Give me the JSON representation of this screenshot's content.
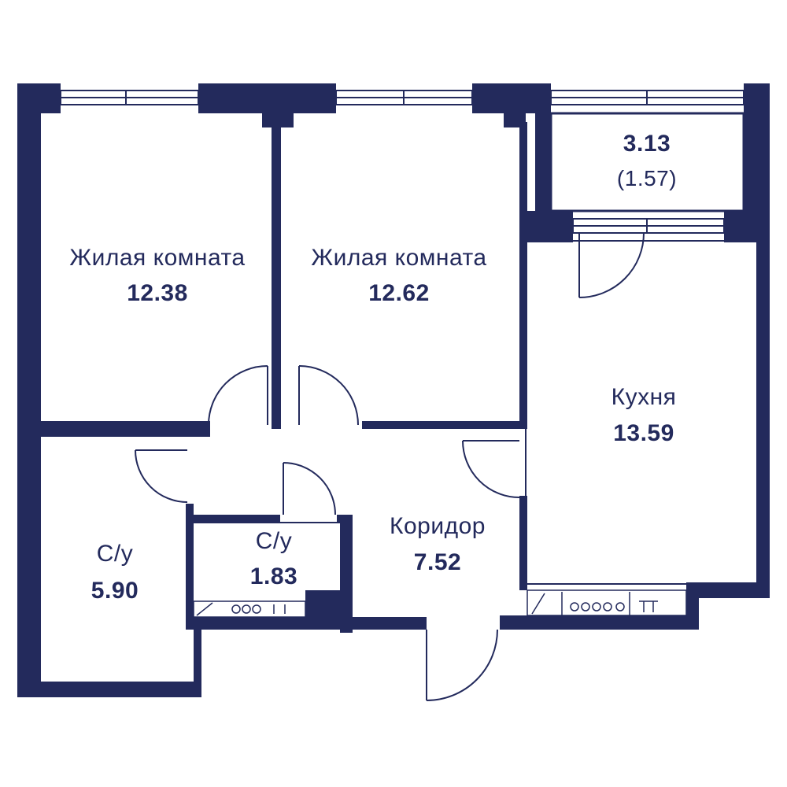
{
  "colors": {
    "wall": "#232a5c",
    "background": "#ffffff",
    "text": "#232a5c"
  },
  "rooms": [
    {
      "id": "living-room-1",
      "name": "Жилая комната",
      "area": "12.38"
    },
    {
      "id": "living-room-2",
      "name": "Жилая комната",
      "area": "12.62"
    },
    {
      "id": "balcony",
      "area": "3.13",
      "sub_area": "(1.57)"
    },
    {
      "id": "kitchen",
      "name": "Кухня",
      "area": "13.59"
    },
    {
      "id": "corridor",
      "name": "Коридор",
      "area": "7.52"
    },
    {
      "id": "bathroom-large",
      "name": "С/у",
      "area": "5.90"
    },
    {
      "id": "bathroom-small",
      "name": "С/у",
      "area": "1.83"
    }
  ]
}
